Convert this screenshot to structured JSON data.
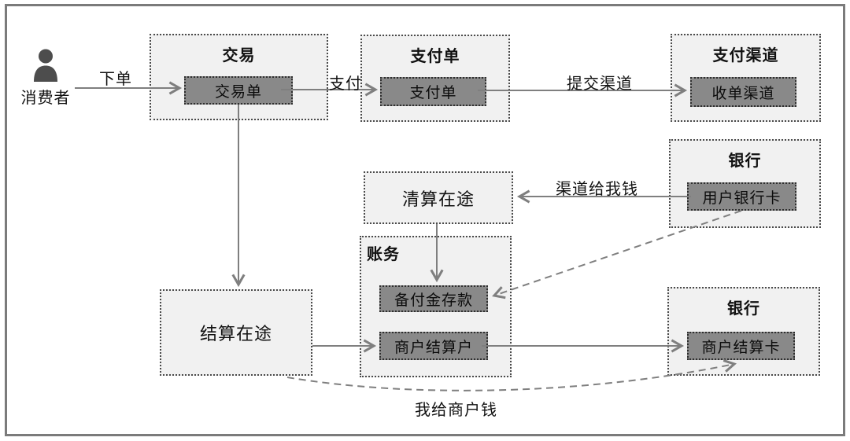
{
  "diagram": {
    "consumer": {
      "label": "消费者"
    },
    "groups": {
      "trade": {
        "title": "交易",
        "inner": "交易单"
      },
      "payment": {
        "title": "支付单",
        "inner": "支付单"
      },
      "channel": {
        "title": "支付渠道",
        "inner": "收单渠道"
      },
      "bank_top": {
        "title": "银行",
        "inner": "用户银行卡"
      },
      "accounting": {
        "title": "账务",
        "inner1": "备付金存款",
        "inner2": "商户结算户"
      },
      "bank_bottom": {
        "title": "银行",
        "inner": "商户结算卡"
      }
    },
    "plain_boxes": {
      "clearing": "清算在途",
      "settlement": "结算在途"
    },
    "edge_labels": {
      "place_order": "下单",
      "pay": "支付",
      "submit_channel": "提交渠道",
      "channel_pays_me": "渠道给我钱",
      "i_pay_merchant": "我给商户钱"
    },
    "colors": {
      "group_fill": "#f1f1f1",
      "inner_fill": "#898989",
      "border": "#4a4a4a",
      "line": "#7f7f7f",
      "icon": "#4d4d4d",
      "frame": "#7b7b7b"
    }
  }
}
